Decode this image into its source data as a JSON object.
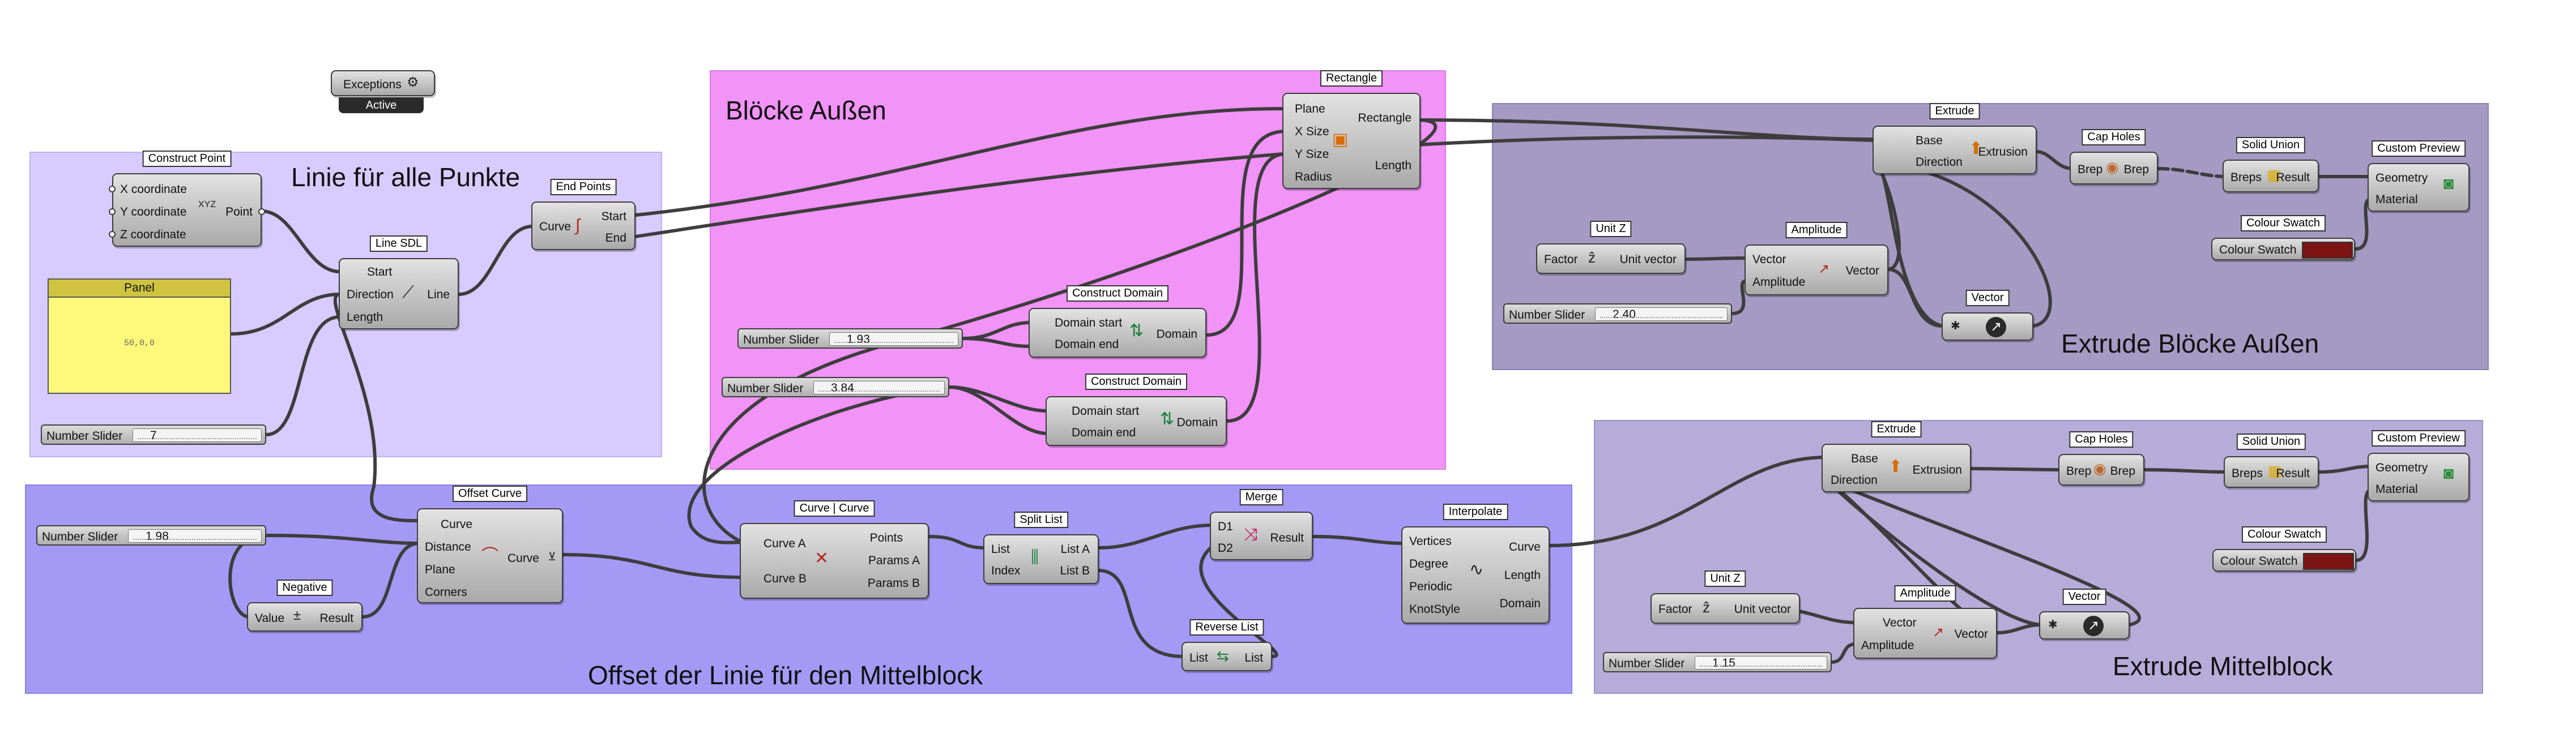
{
  "groups": [
    {
      "id": "g1",
      "title": "Linie für alle Punkte",
      "fill": "#d8cbff",
      "border": "#bfb3ee"
    },
    {
      "id": "g2",
      "title": "Blöcke Außen",
      "fill": "#f193f7",
      "border": "#d77ee0"
    },
    {
      "id": "g3",
      "title": "Extrude Blöcke Außen",
      "fill": "#a59ac3",
      "border": "#8d82ad"
    },
    {
      "id": "g4",
      "title": "Offset der Linie für den Mittelblock",
      "fill": "#a49af5",
      "border": "#8d82e0"
    },
    {
      "id": "g5",
      "title": "Extrude Mittelblock",
      "fill": "#b6acd9",
      "border": "#9d93c6"
    }
  ],
  "exceptions": {
    "label": "Exceptions",
    "status": "Active"
  },
  "components": {
    "construct_point": {
      "label": "Construct Point",
      "inputs": [
        "X coordinate",
        "Y coordinate",
        "Z coordinate"
      ],
      "output": "Point",
      "icon": "XYZ"
    },
    "line_sdl": {
      "label": "Line SDL",
      "inputs": [
        "Start",
        "Direction",
        "Length"
      ],
      "output": "Line"
    },
    "end_points": {
      "label": "End Points",
      "input": "Curve",
      "outputs": [
        "Start",
        "End"
      ]
    },
    "rectangle": {
      "label": "Rectangle",
      "inputs": [
        "Plane",
        "X Size",
        "Y Size",
        "Radius"
      ],
      "outputs": [
        "Rectangle",
        "Length"
      ]
    },
    "domain1": {
      "label": "Construct Domain",
      "inputs": [
        "Domain start",
        "Domain end"
      ],
      "output": "Domain"
    },
    "domain2": {
      "label": "Construct Domain",
      "inputs": [
        "Domain start",
        "Domain end"
      ],
      "output": "Domain"
    },
    "extrude1": {
      "label": "Extrude",
      "inputs": [
        "Base",
        "Direction"
      ],
      "output": "Extrusion"
    },
    "capholes1": {
      "label": "Cap Holes",
      "input": "Brep",
      "output": "Brep"
    },
    "solidunion1": {
      "label": "Solid Union",
      "input": "Breps",
      "output": "Result"
    },
    "preview1": {
      "label": "Custom Preview",
      "inputs": [
        "Geometry",
        "Material"
      ]
    },
    "swatch1": {
      "label": "Colour Swatch",
      "name": "Colour Swatch"
    },
    "unitz1": {
      "label": "Unit Z",
      "input": "Factor",
      "output": "Unit vector"
    },
    "amplitude1": {
      "label": "Amplitude",
      "inputs": [
        "Vector",
        "Amplitude"
      ],
      "output": "Vector"
    },
    "vector1": {
      "label": "Vector"
    },
    "offset": {
      "label": "Offset Curve",
      "inputs": [
        "Curve",
        "Distance",
        "Plane",
        "Corners"
      ],
      "output": "Curve"
    },
    "negative": {
      "label": "Negative",
      "input": "Value",
      "output": "Result"
    },
    "ccx": {
      "label": "Curve | Curve",
      "inputs": [
        "Curve A",
        "Curve B"
      ],
      "outputs": [
        "Points",
        "Params A",
        "Params B"
      ]
    },
    "splitlist": {
      "label": "Split List",
      "inputs": [
        "List",
        "Index"
      ],
      "outputs": [
        "List A",
        "List B"
      ]
    },
    "merge": {
      "label": "Merge",
      "inputs": [
        "D1",
        "D2"
      ],
      "output": "Result"
    },
    "reverselist": {
      "label": "Reverse List",
      "input": "List",
      "output": "List"
    },
    "interpolate": {
      "label": "Interpolate",
      "inputs": [
        "Vertices",
        "Degree",
        "Periodic",
        "KnotStyle"
      ],
      "outputs": [
        "Curve",
        "Length",
        "Domain"
      ]
    },
    "extrude2": {
      "label": "Extrude",
      "inputs": [
        "Base",
        "Direction"
      ],
      "output": "Extrusion"
    },
    "capholes2": {
      "label": "Cap Holes",
      "input": "Brep",
      "output": "Brep"
    },
    "solidunion2": {
      "label": "Solid Union",
      "input": "Breps",
      "output": "Result"
    },
    "preview2": {
      "label": "Custom Preview",
      "inputs": [
        "Geometry",
        "Material"
      ]
    },
    "swatch2": {
      "label": "Colour Swatch",
      "name": "Colour Swatch"
    },
    "unitz2": {
      "label": "Unit Z",
      "input": "Factor",
      "output": "Unit vector"
    },
    "amplitude2": {
      "label": "Amplitude",
      "inputs": [
        "Vector",
        "Amplitude"
      ],
      "output": "Vector"
    },
    "vector2": {
      "label": "Vector"
    }
  },
  "panel": {
    "title": "Panel",
    "content": "50,0,0"
  },
  "sliders": [
    {
      "id": "s_len",
      "name": "Number Slider",
      "value": "7"
    },
    {
      "id": "s_x",
      "name": "Number Slider",
      "value": "1.93"
    },
    {
      "id": "s_y",
      "name": "Number Slider",
      "value": "3.84"
    },
    {
      "id": "s_amp1",
      "name": "Number Slider",
      "value": "2.40"
    },
    {
      "id": "s_off",
      "name": "Number Slider",
      "value": "1.98"
    },
    {
      "id": "s_amp2",
      "name": "Number Slider",
      "value": "1.15"
    }
  ],
  "colors": {
    "wire": "#3d3d3d",
    "swatch": "#7d1414",
    "panel": "#fff87a"
  }
}
